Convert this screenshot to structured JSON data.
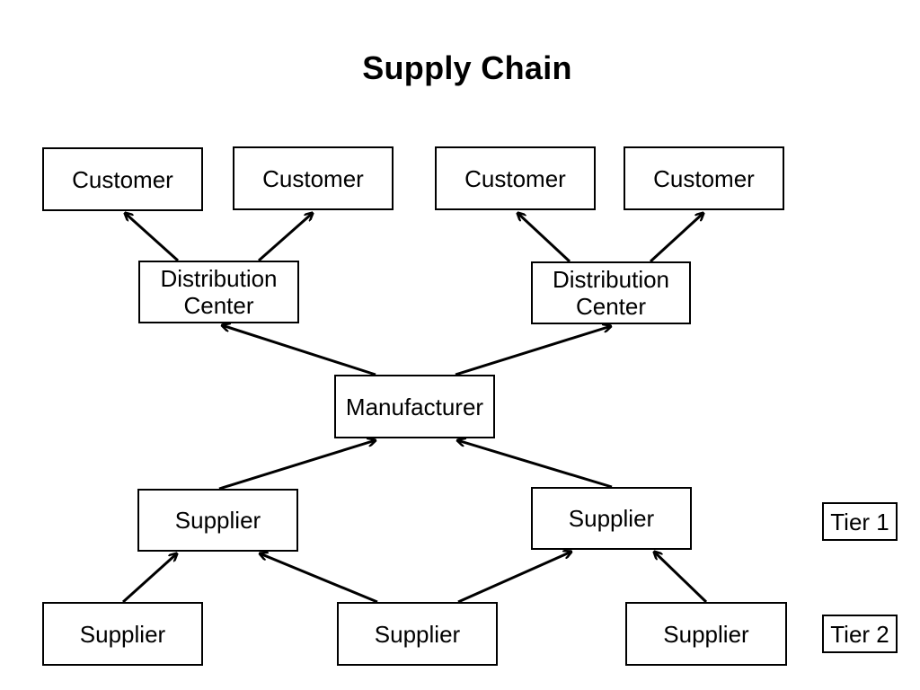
{
  "title": "Supply Chain",
  "nodes": {
    "customer_1": "Customer",
    "customer_2": "Customer",
    "customer_3": "Customer",
    "customer_4": "Customer",
    "distribution_left": [
      "Distribution",
      "Center"
    ],
    "distribution_right": [
      "Distribution",
      "Center"
    ],
    "manufacturer": "Manufacturer",
    "tier1_supplier_left": "Supplier",
    "tier1_supplier_right": "Supplier",
    "tier2_supplier_left": "Supplier",
    "tier2_supplier_middle": "Supplier",
    "tier2_supplier_right": "Supplier"
  },
  "tiers": {
    "tier1": "Tier 1",
    "tier2": "Tier 2"
  },
  "edges": [
    {
      "from": "distribution_left",
      "to": "customer_1"
    },
    {
      "from": "distribution_left",
      "to": "customer_2"
    },
    {
      "from": "distribution_right",
      "to": "customer_3"
    },
    {
      "from": "distribution_right",
      "to": "customer_4"
    },
    {
      "from": "manufacturer",
      "to": "distribution_left"
    },
    {
      "from": "manufacturer",
      "to": "distribution_right"
    },
    {
      "from": "tier1_supplier_left",
      "to": "manufacturer"
    },
    {
      "from": "tier1_supplier_right",
      "to": "manufacturer"
    },
    {
      "from": "tier2_supplier_left",
      "to": "tier1_supplier_left"
    },
    {
      "from": "tier2_supplier_middle",
      "to": "tier1_supplier_left"
    },
    {
      "from": "tier2_supplier_middle",
      "to": "tier1_supplier_right"
    },
    {
      "from": "tier2_supplier_right",
      "to": "tier1_supplier_right"
    }
  ],
  "colors": {
    "line": "#000000",
    "background": "#ffffff"
  }
}
